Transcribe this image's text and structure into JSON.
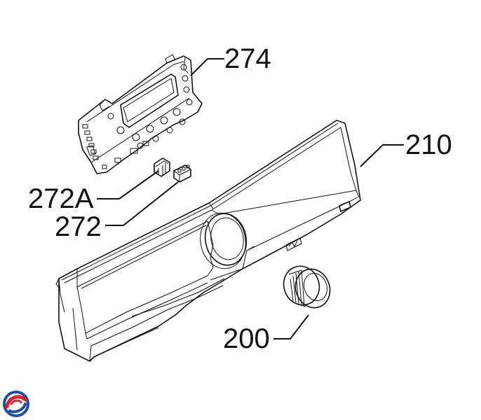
{
  "callouts": {
    "part_274": "274",
    "part_210": "210",
    "part_272A": "272A",
    "part_272": "272",
    "part_200": "200"
  },
  "colors": {
    "line": "#111111",
    "logo_red": "#d7232f",
    "logo_blue": "#1f4fa3"
  },
  "icons": {
    "logo": "brand-logo-icon"
  }
}
